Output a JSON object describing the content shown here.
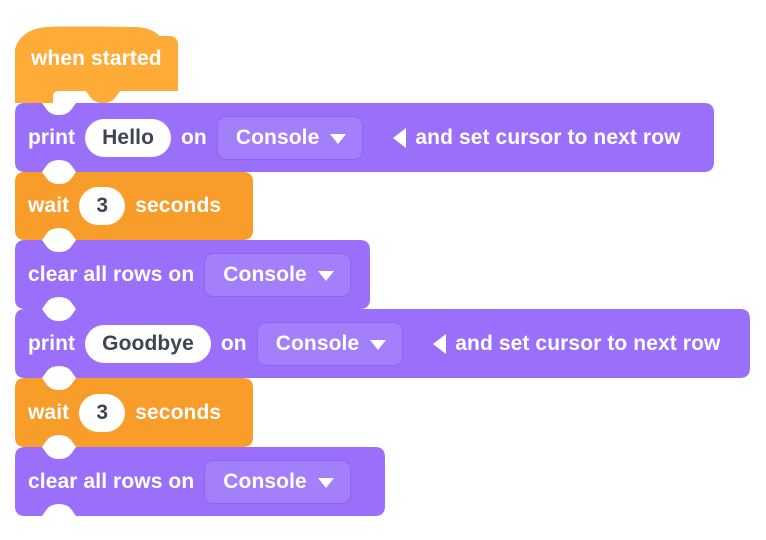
{
  "workspace": {
    "background_color": "#ffffff",
    "colors": {
      "event_block": "#ffab38",
      "event_block_alt": "#f89c2a",
      "console_block": "#9a70fa",
      "field_purple": "#a37ffb",
      "field_border": "#8d63f2",
      "text_on_block": "#ffffff",
      "text_in_oval": "#3e4453"
    },
    "script": [
      {
        "id": "when-started",
        "kind": "hat",
        "color_key": "event_block",
        "label": "when started"
      },
      {
        "id": "print-hello",
        "kind": "stack",
        "color_key": "console_block",
        "label_before": "print",
        "value": "Hello",
        "label_middle": "on",
        "dropdown": "Console",
        "dropdown_icon": "chevron-down-icon",
        "collapse_icon": "triangle-left-icon",
        "label_after": "and set cursor to next row"
      },
      {
        "id": "wait-1",
        "kind": "stack",
        "color_key": "event_block_alt",
        "label_before": "wait",
        "value": "3",
        "label_after": "seconds"
      },
      {
        "id": "clear-rows-1",
        "kind": "stack",
        "color_key": "console_block",
        "label_before": "clear all rows on",
        "dropdown": "Console",
        "dropdown_icon": "chevron-down-icon"
      },
      {
        "id": "print-goodbye",
        "kind": "stack",
        "color_key": "console_block",
        "label_before": "print",
        "value": "Goodbye",
        "label_middle": "on",
        "dropdown": "Console",
        "dropdown_icon": "chevron-down-icon",
        "collapse_icon": "triangle-left-icon",
        "label_after": "and set cursor to next row"
      },
      {
        "id": "wait-2",
        "kind": "stack",
        "color_key": "event_block_alt",
        "label_before": "wait",
        "value": "3",
        "label_after": "seconds"
      },
      {
        "id": "clear-rows-2",
        "kind": "stack",
        "color_key": "console_block",
        "label_before": "clear all rows on",
        "dropdown": "Console",
        "dropdown_icon": "chevron-down-icon"
      }
    ]
  }
}
